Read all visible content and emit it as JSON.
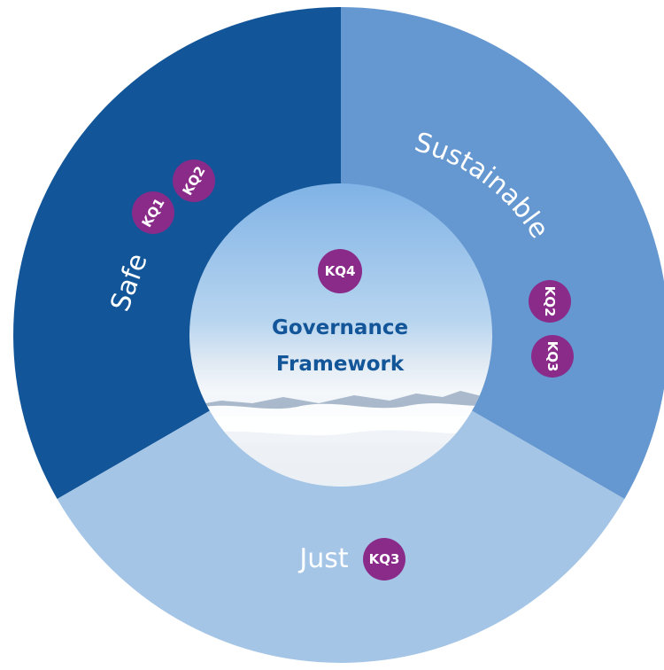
{
  "center": {
    "badge": "KQ4",
    "title_line1": "Governance",
    "title_line2": "Framework"
  },
  "segments": {
    "safe": {
      "label": "Safe",
      "badges": [
        "KQ1",
        "KQ2"
      ],
      "color": "#125598"
    },
    "sustainable": {
      "label": "Sustainable",
      "badges": [
        "KQ2",
        "KQ3"
      ],
      "color": "#6597d0"
    },
    "just": {
      "label": "Just",
      "badges": [
        "KQ3"
      ],
      "color": "#a4c5e6"
    }
  },
  "colors": {
    "badge": "#8a2b8a",
    "title": "#125598"
  }
}
